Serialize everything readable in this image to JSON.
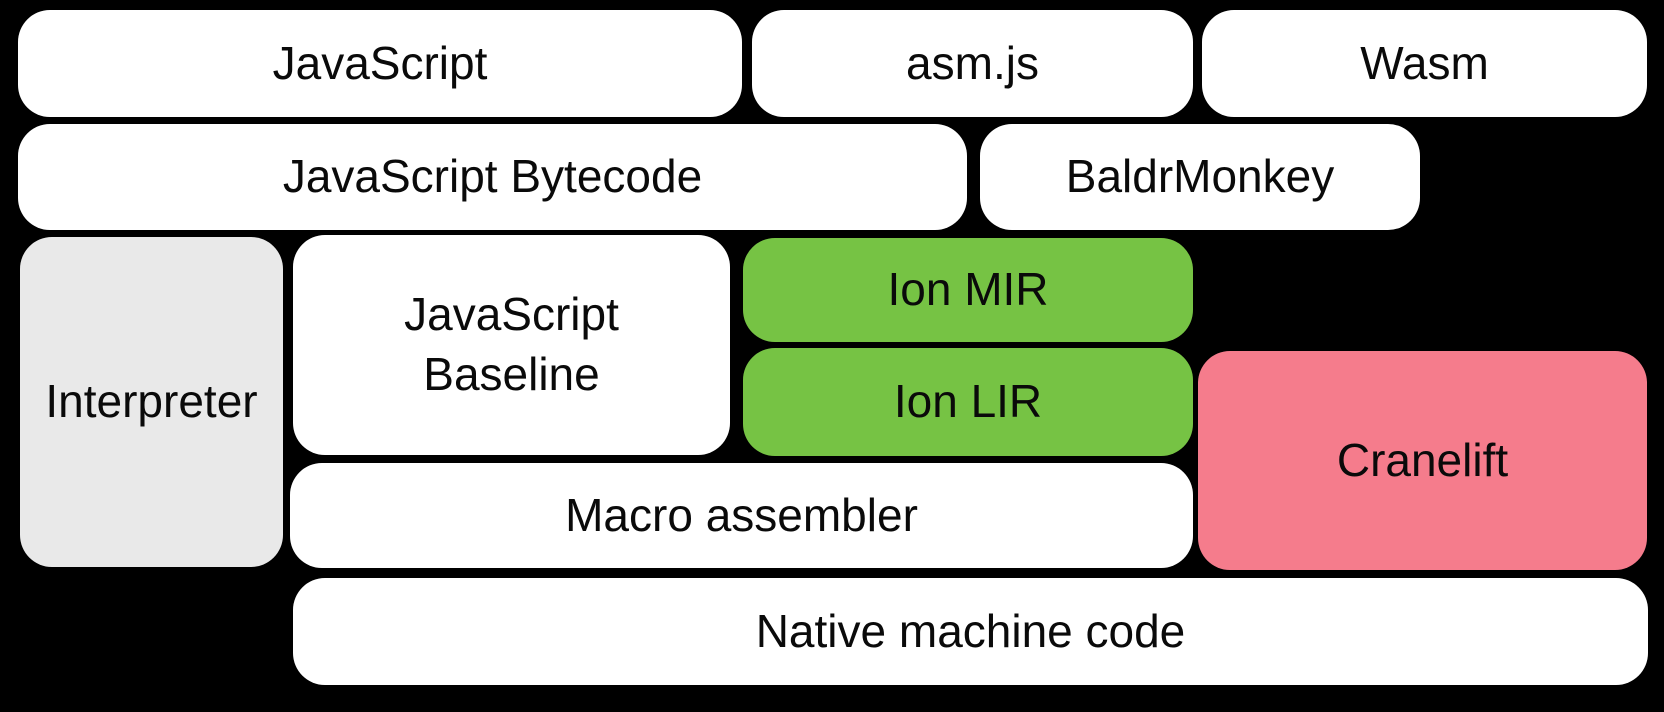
{
  "diagram": {
    "boxes": {
      "javascript": {
        "label": "JavaScript"
      },
      "asmjs": {
        "label": "asm.js"
      },
      "wasm": {
        "label": "Wasm"
      },
      "javascript_bytecode": {
        "label": "JavaScript Bytecode"
      },
      "baldrmonkey": {
        "label": "BaldrMonkey"
      },
      "interpreter": {
        "label": "Interpreter"
      },
      "javascript_baseline": {
        "label": "JavaScript Baseline"
      },
      "ion_mir": {
        "label": "Ion MIR"
      },
      "ion_lir": {
        "label": "Ion LIR"
      },
      "cranelift": {
        "label": "Cranelift"
      },
      "macro_assembler": {
        "label": "Macro assembler"
      },
      "native_machine_code": {
        "label": "Native machine code"
      }
    }
  },
  "colors": {
    "background": "#000000",
    "box_default": "#FFFFFF",
    "box_interpreter": "#E9E9E9",
    "box_ion": "#76C344",
    "box_cranelift": "#F57C8C",
    "text": "#0A0A0A"
  }
}
